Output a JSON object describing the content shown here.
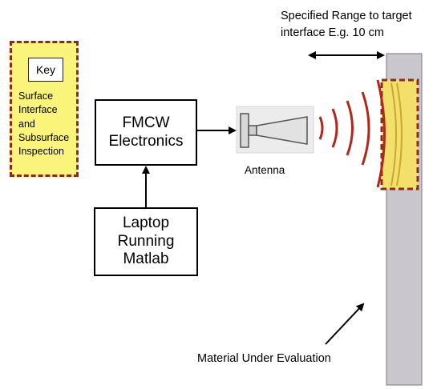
{
  "header": {
    "range_label": "Specified Range to target\ninterface E.g. 10 cm"
  },
  "key": {
    "title": "Key",
    "text": "Surface\nInterface\nand\nSubsurface\nInspection"
  },
  "blocks": {
    "fmcw": "FMCW\nElectronics",
    "laptop": "Laptop\nRunning\nMatlab"
  },
  "labels": {
    "antenna": "Antenna",
    "material": "Material Under Evaluation"
  },
  "colors": {
    "key_fill": "#fbf47a",
    "key_border": "#8b2b1f",
    "wave": "#b0271d",
    "material_fill": "#c9c7cd",
    "inspection_fill": "#f3e06a"
  }
}
